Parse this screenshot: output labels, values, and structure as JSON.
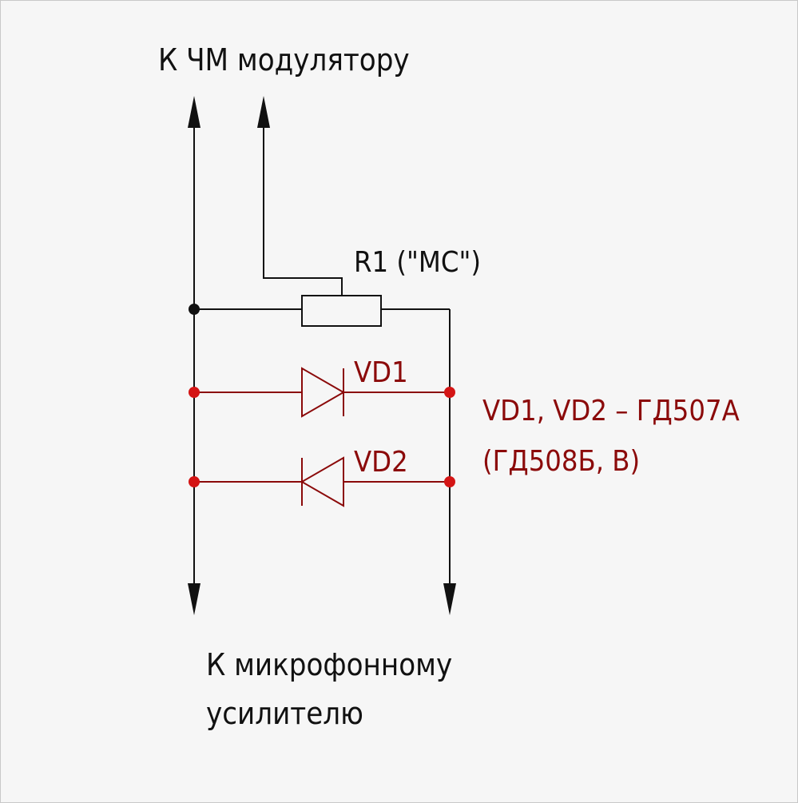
{
  "labels": {
    "top": "К ЧМ модулятору",
    "resistor": "R1 (\"МС\")",
    "vd1": "VD1",
    "vd2": "VD2",
    "note_line1": "VD1, VD2 – ГД507А",
    "note_line2": "(ГД508Б, В)",
    "bottom_line1": "К микрофонному",
    "bottom_line2": "усилителю"
  },
  "colors": {
    "wire": "#111111",
    "diode": "#8b0a0a",
    "junction_black": "#111111",
    "junction_red": "#d41515",
    "background": "#f6f6f6"
  }
}
